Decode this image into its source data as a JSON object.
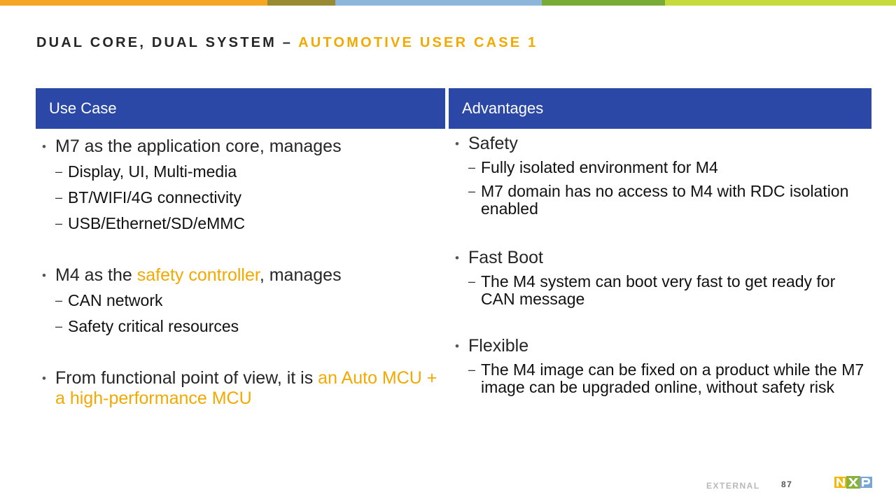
{
  "colors": {
    "top_bar": [
      "#f5a623",
      "#988b34",
      "#8db6db",
      "#79ac36",
      "#c6da3c"
    ],
    "header_bg": "#2b48a6",
    "accent": "#f2a900"
  },
  "title": {
    "part1": "DUAL CORE, DUAL SYSTEM – ",
    "part2": "AUTOMOTIVE USER CASE 1"
  },
  "left": {
    "header": "Use Case",
    "b1": {
      "text": "M7 as the application core, manages",
      "subs": [
        "Display, UI, Multi-media",
        "BT/WIFI/4G connectivity",
        "USB/Ethernet/SD/eMMC"
      ]
    },
    "b2": {
      "pre": "M4 as the ",
      "hl": "safety controller",
      "post": ", manages",
      "subs": [
        "CAN network",
        "Safety critical resources"
      ]
    },
    "b3": {
      "pre": "From functional point of view, it is ",
      "hl": "an Auto MCU + a high-performance MCU"
    }
  },
  "right": {
    "header": "Advantages",
    "b1": {
      "text": "Safety",
      "subs": [
        "Fully isolated environment for M4",
        "M7 domain has no access to M4 with RDC isolation enabled"
      ]
    },
    "b2": {
      "text": "Fast Boot",
      "subs": [
        "The M4 system can boot very fast to get ready for CAN message"
      ]
    },
    "b3": {
      "text": "Flexible",
      "subs": [
        "The M4 image can be fixed on a product while the M7 image can be upgraded online, without safety risk"
      ]
    }
  },
  "footer": {
    "label": "EXTERNAL",
    "page": "87",
    "logo_icon": "nxp-logo"
  }
}
